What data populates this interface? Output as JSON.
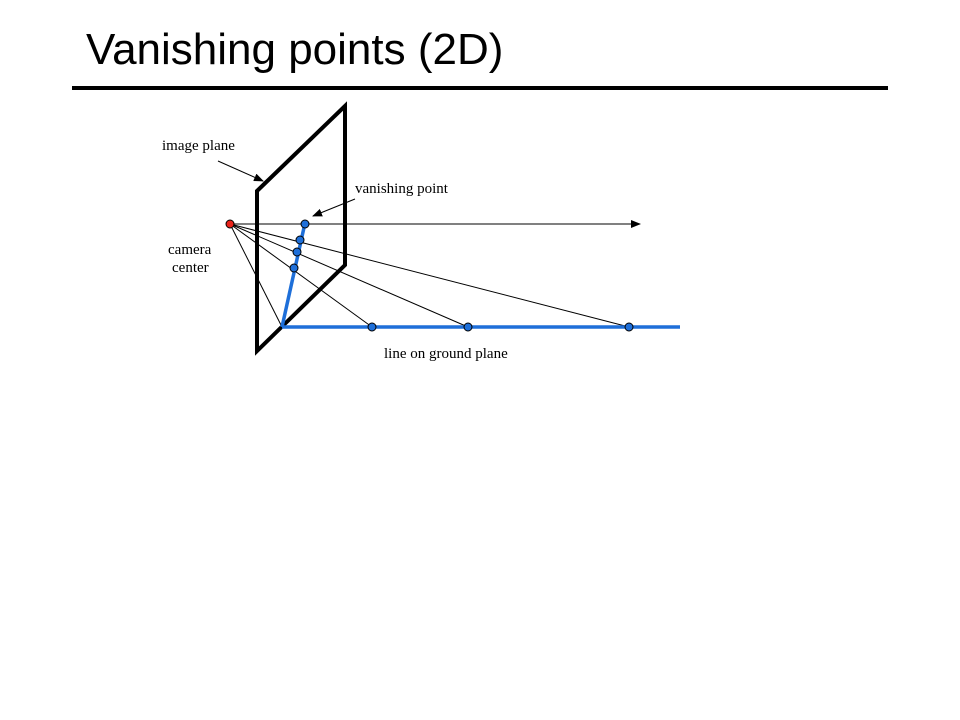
{
  "slide": {
    "title": "Vanishing points (2D)"
  },
  "diagram": {
    "labels": {
      "image_plane": "image plane",
      "vanishing_point": "vanishing point",
      "camera_center_line1": "camera",
      "camera_center_line2": "center",
      "ground_line": "line on ground plane"
    },
    "colors": {
      "camera_center": "#e8231a",
      "projection_line": "#1e6fd9",
      "point_fill": "#1e6fd9",
      "image_plane": "#000000",
      "rays": "#000000"
    }
  }
}
